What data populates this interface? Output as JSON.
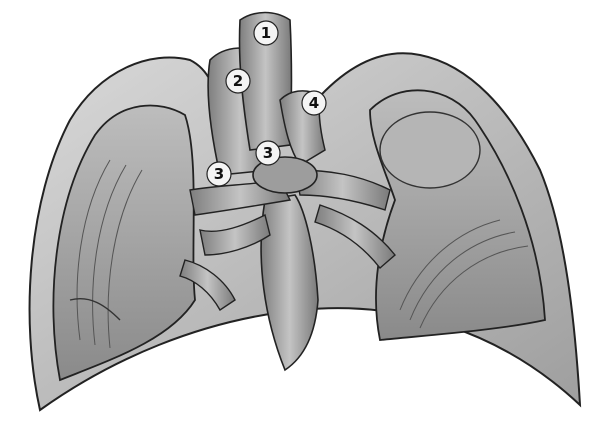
{
  "labels": {
    "trachea": "1",
    "vessel_upper": "2",
    "root_left": "3",
    "root_right": "3",
    "vessel_right": "4"
  },
  "colors": {
    "background": "#ffffff",
    "outline": "#222222",
    "pleura_fill": "#c8c8c8",
    "lung_fill": "#a9a9a9",
    "tube_fill": "#9a9a9a",
    "badge_fill": "#f4f4f4"
  }
}
